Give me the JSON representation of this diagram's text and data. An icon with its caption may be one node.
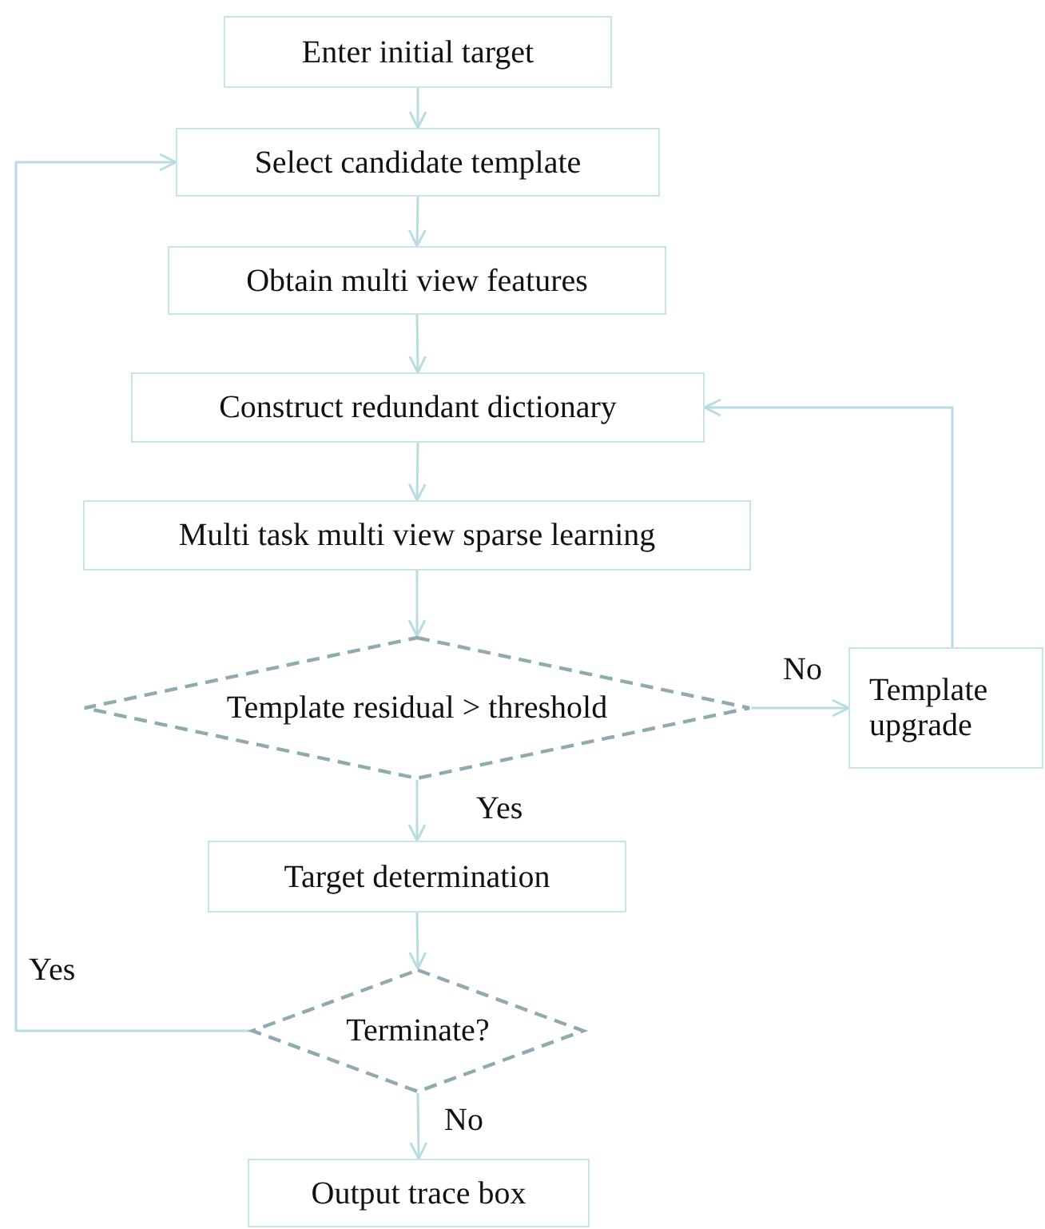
{
  "diagram": {
    "nodes": [
      {
        "text": [
          "Enter initial target"
        ]
      },
      {
        "text": [
          "Select candidate template"
        ]
      },
      {
        "text": [
          "Obtain multi view features"
        ]
      },
      {
        "text": [
          "Construct redundant dictionary"
        ]
      },
      {
        "text": [
          "Multi task multi view sparse learning"
        ]
      },
      {
        "text": [
          "Template residual > threshold"
        ]
      },
      {
        "text": [
          "Template upgrade"
        ]
      },
      {
        "text": [
          "Target determination"
        ]
      },
      {
        "text": [
          "Terminate?"
        ]
      },
      {
        "text": [
          "Output trace box"
        ]
      }
    ],
    "edges": [
      {
        "from": 0,
        "to": 1,
        "arrow": "to"
      },
      {
        "from": 1,
        "to": 2,
        "arrow": "to"
      },
      {
        "from": 2,
        "to": 3,
        "arrow": "to"
      },
      {
        "from": 3,
        "to": 4,
        "arrow": "to"
      },
      {
        "from": 4,
        "to": 5,
        "arrow": "to"
      },
      {
        "from": 5,
        "to": 6,
        "arrow": "to",
        "label": "No"
      },
      {
        "from": 6,
        "to": 3,
        "arrow": "to"
      },
      {
        "from": 5,
        "to": 7,
        "arrow": "to",
        "label": "Yes"
      },
      {
        "from": 7,
        "to": 8,
        "arrow": "to"
      },
      {
        "from": 8,
        "to": 1,
        "arrow": "to",
        "label": "Yes"
      },
      {
        "from": 8,
        "to": 9,
        "arrow": "to",
        "label": "No"
      }
    ]
  }
}
